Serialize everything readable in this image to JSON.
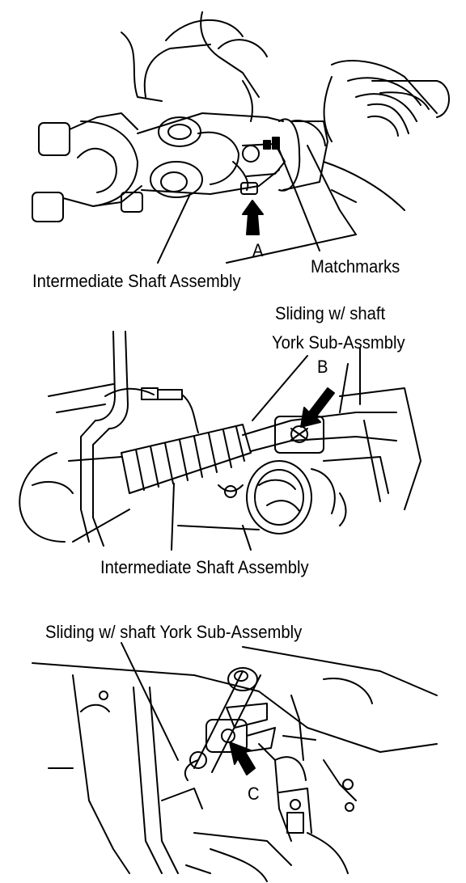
{
  "panels": [
    {
      "id": "panel-1",
      "labels": {
        "callout_a": "A",
        "matchmarks": "Matchmarks",
        "intermediate_shaft": "Intermediate Shaft Assembly"
      }
    },
    {
      "id": "panel-2",
      "labels": {
        "sliding_line1": "Sliding w/ shaft",
        "sliding_line2": "York Sub-Assmbly",
        "callout_b": "B",
        "intermediate_shaft": "Intermediate Shaft Assembly"
      }
    },
    {
      "id": "panel-3",
      "labels": {
        "sliding_full": "Sliding w/ shaft York Sub-Assembly",
        "callout_c": "C"
      }
    }
  ]
}
